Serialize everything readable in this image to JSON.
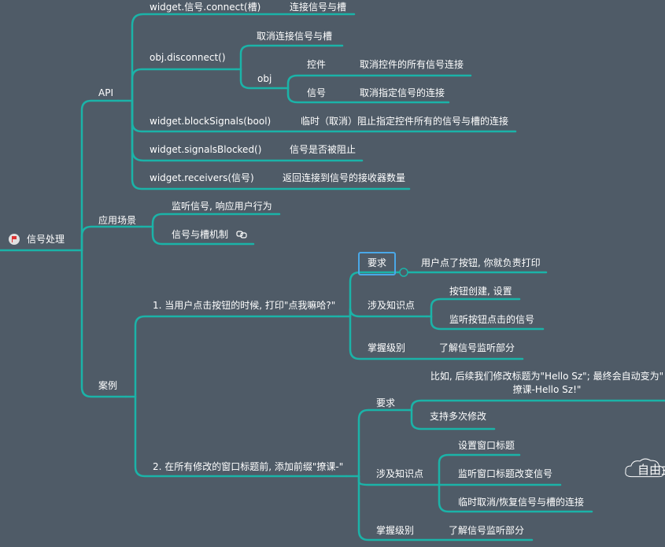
{
  "root": {
    "label": "信号处理"
  },
  "api": {
    "label": "API",
    "items": [
      {
        "name": "widget.信号.connect(槽)",
        "desc": "连接信号与槽"
      },
      {
        "name": "obj.disconnect()",
        "desc": "取消连接信号与槽",
        "sub": {
          "label": "obj",
          "options": [
            {
              "name": "控件",
              "desc": "取消控件的所有信号连接"
            },
            {
              "name": "信号",
              "desc": "取消指定信号的连接"
            }
          ]
        }
      },
      {
        "name": "widget.blockSignals(bool)",
        "desc": "临时（取消）阻止指定控件所有的信号与槽的连接"
      },
      {
        "name": "widget.signalsBlocked()",
        "desc": "信号是否被阻止"
      },
      {
        "name": "widget.receivers(信号)",
        "desc": "返回连接到信号的接收器数量"
      }
    ]
  },
  "scenes": {
    "label": "应用场景",
    "items": [
      "监听信号, 响应用户行为",
      "信号与槽机制"
    ]
  },
  "cases": {
    "label": "案例",
    "case1": {
      "title": "1. 当用户点击按钮的时候, 打印\"点我嘛哈?\"",
      "req_label": "要求",
      "req_text": "用户点了按钮, 你就负责打印",
      "know_label": "涉及知识点",
      "know_items": [
        "按钮创建, 设置",
        "监听按钮点击的信号"
      ],
      "level_label": "掌握级别",
      "level_text": "了解信号监听部分"
    },
    "case2": {
      "title": "2. 在所有修改的窗口标题前, 添加前缀\"撩课-\"",
      "req_label": "要求",
      "req_line1": "比如, 后续我们修改标题为\"Hello Sz\"; 最终会自动变为\"",
      "req_line2": "撩课-Hello Sz!\"",
      "req_text2": "支持多次修改",
      "know_label": "涉及知识点",
      "know_items": [
        "设置窗口标题",
        "监听窗口标题改变信号",
        "临时取消/恢复信号与槽的连接"
      ],
      "level_label": "掌握级别",
      "level_text": "了解信号监听部分"
    }
  },
  "floating": {
    "label": "自由主题"
  },
  "colors": {
    "background": "#4f5b67",
    "line": "#1bb3a8",
    "selection": "#4aa8e8"
  },
  "icons": {
    "root": "flag-icon",
    "link": "link-icon",
    "floating": "cloud-icon"
  }
}
